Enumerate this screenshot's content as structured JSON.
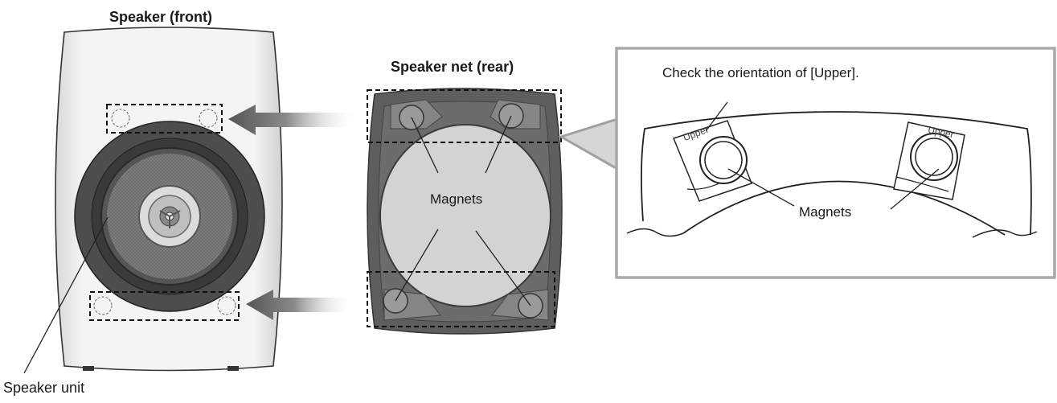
{
  "figure": {
    "speaker_front_title": "Speaker (front)",
    "speaker_net_title": "Speaker net (rear)",
    "speaker_unit_label": "Speaker unit",
    "magnets_label_net": "Magnets",
    "detail": {
      "check_orientation_label": "Check the orientation of [Upper].",
      "upper_label_left": "Upper",
      "upper_label_right": "Upper",
      "magnets_label": "Magnets"
    }
  }
}
